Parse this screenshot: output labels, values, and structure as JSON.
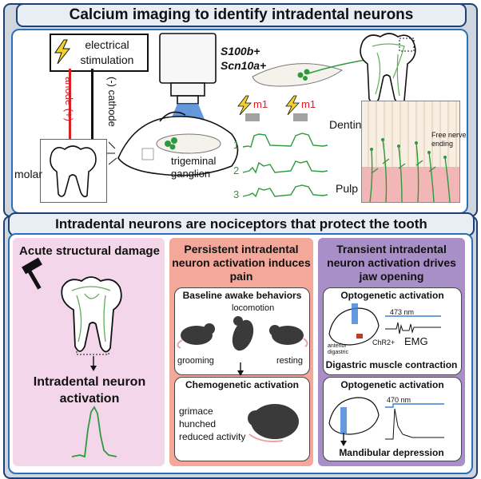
{
  "header": {
    "title": "Calcium imaging to identify intradental neurons",
    "subtitle": "Intradental neurons are nociceptors that protect the tooth"
  },
  "top": {
    "stim_label": "electrical stimulation",
    "anode": "anode (+)",
    "cathode": "(-) cathode",
    "molar": "molar",
    "trigeminal": "trigeminal ganglion",
    "gene1": "S100b+",
    "gene2": "Scn10a+",
    "m1a": "m1",
    "m1b": "m1",
    "trace1": "1",
    "trace2": "2",
    "trace3": "3",
    "dentin": "Dentin",
    "pulp": "Pulp",
    "free_nerve": "Free nerve ending"
  },
  "panels": {
    "acute": {
      "title": "Acute structural damage",
      "result": "Intradental neuron activation"
    },
    "persistent": {
      "title": "Persistent intradental neuron activation induces pain",
      "baseline_head": "Baseline awake behaviors",
      "locomotion": "locomotion",
      "grooming": "grooming",
      "resting": "resting",
      "chemo_head": "Chemogenetic activation",
      "grimace": "grimace",
      "hunched": "hunched",
      "reduced": "reduced activity"
    },
    "transient": {
      "title": "Transient intradental neuron activation drives jaw opening",
      "opto_head1": "Optogenetic activation",
      "nm473": "473 nm",
      "anterior_digastric": "anterior digastric",
      "chr2": "ChR2+",
      "emg": "EMG",
      "result1": "Digastric muscle contraction",
      "opto_head2": "Optogenetic activation",
      "nm470": "470 nm",
      "result2": "Mandibular depression"
    }
  },
  "colors": {
    "frame_blue": "#2a6fbb",
    "dark_navy": "#1d3f73",
    "trace_green": "#2e9a3e",
    "pink_panel": "#f4d6ea",
    "salmon_panel": "#f3a89a",
    "purple_panel": "#a98fc7",
    "laser_blue": "#3c7fd6"
  }
}
